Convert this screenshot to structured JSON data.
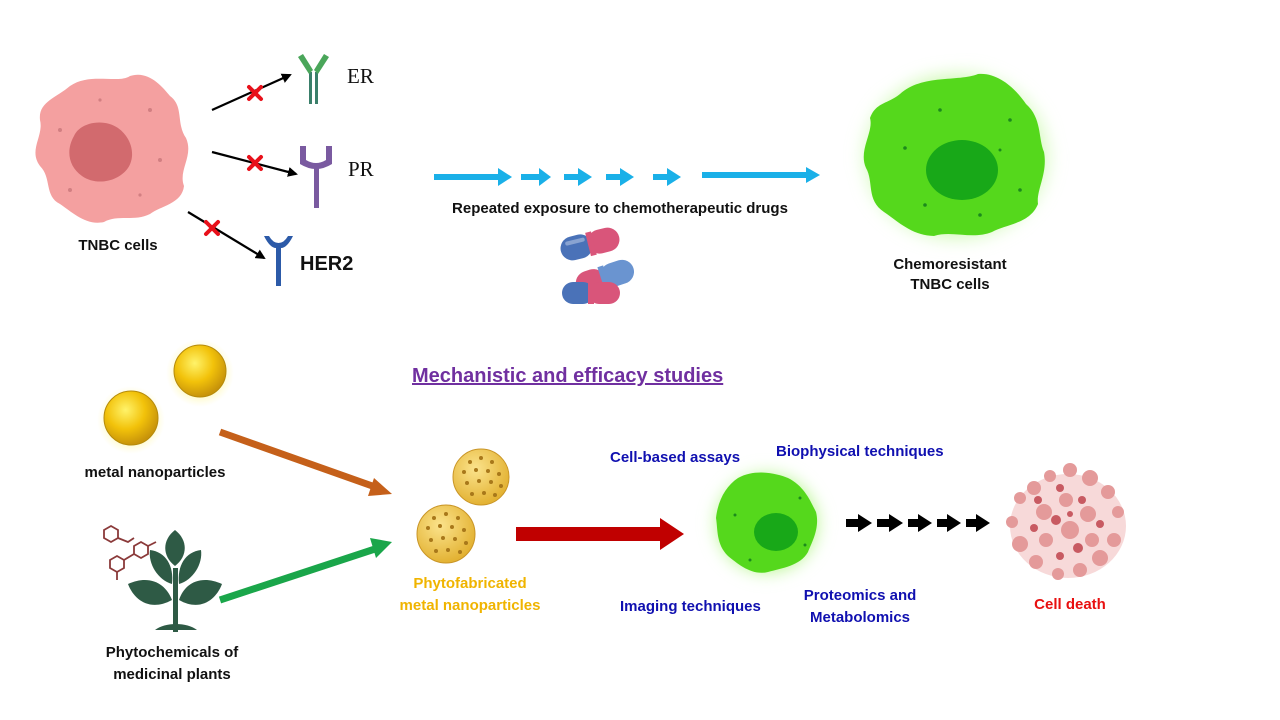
{
  "top": {
    "tnbc_label": "TNBC cells",
    "receptors": [
      {
        "name": "ER"
      },
      {
        "name": "PR"
      },
      {
        "name": "HER2"
      }
    ],
    "exposure_label": "Repeated exposure to chemotherapeutic drugs",
    "chemoresistant_label_line1": "Chemoresistant",
    "chemoresistant_label_line2": "TNBC cells"
  },
  "bottom": {
    "title": "Mechanistic and efficacy studies",
    "metal_np_label": "metal nanoparticles",
    "phytochem_label_line1": "Phytochemicals of",
    "phytochem_label_line2": "medicinal plants",
    "phyto_np_label_line1": "Phytofabricated",
    "phyto_np_label_line2": "metal nanoparticles",
    "cell_based_assays": "Cell-based assays",
    "biophysical_techniques": "Biophysical techniques",
    "imaging_techniques": "Imaging techniques",
    "proteomics_line1": "Proteomics and",
    "proteomics_line2": "Metabolomics",
    "cell_death": "Cell death"
  },
  "colors": {
    "tnbc_cell": "#f4a0a0",
    "tnbc_nucleus": "#d26a6e",
    "chemo_cell": "#55d81c",
    "chemo_nucleus": "#18a818",
    "blue_arrow": "#1ab0e8",
    "cross": "#e8101a",
    "orange_arrow": "#c5601a",
    "green_arrow": "#1aa64a",
    "red_arrow": "#c00000",
    "title": "#7030a0",
    "blue_text": "#1010b0",
    "yellow_text": "#f0b400",
    "red_text": "#e81010"
  },
  "icons": [
    "antibody-y-icon",
    "receptor-u-icon",
    "her2-receptor-icon",
    "capsule-pill-icon",
    "gold-nanoparticle-icon",
    "porous-nanoparticle-icon",
    "plant-icon",
    "molecule-icon"
  ]
}
